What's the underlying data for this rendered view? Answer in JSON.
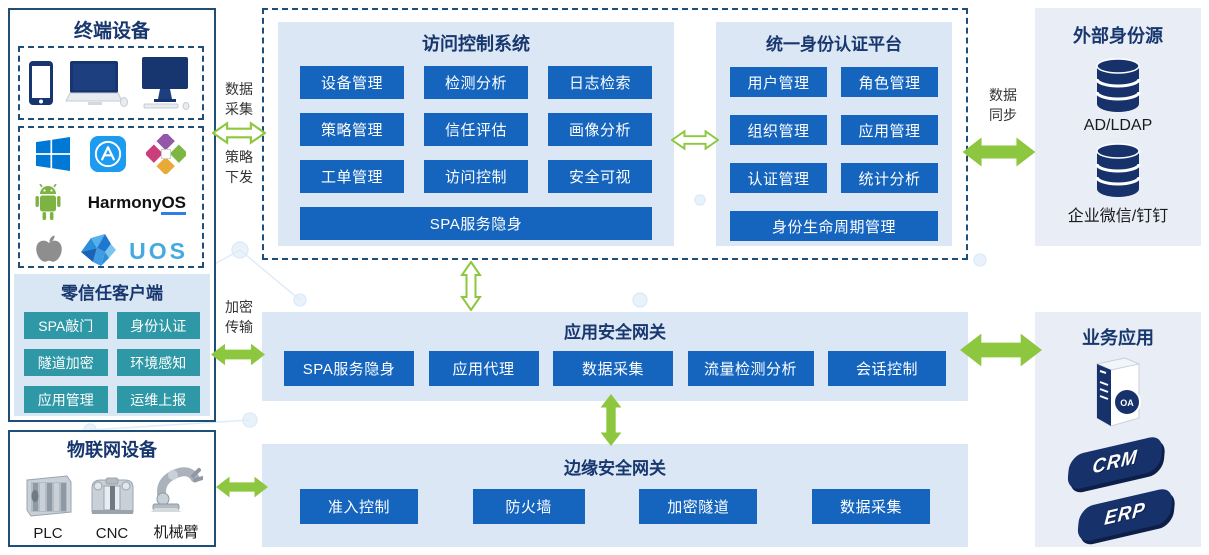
{
  "colors": {
    "navy_title": "#17376e",
    "border_navy": "#1f4e79",
    "button_blue": "#1565bf",
    "button_teal": "#2e98a6",
    "panel_blue": "#dbe7f5",
    "arrow_green": "#8dc63f"
  },
  "terminal": {
    "title": "终端设备"
  },
  "os": {
    "harmony_a": "Harmony",
    "harmony_b": "OS",
    "uos": "UOS"
  },
  "zero_trust": {
    "title": "零信任客户端",
    "buttons": [
      "SPA敲门",
      "身份认证",
      "隧道加密",
      "环境感知",
      "应用管理",
      "运维上报"
    ]
  },
  "iot": {
    "title": "物联网设备",
    "labels": [
      "PLC",
      "CNC",
      "机械臂"
    ]
  },
  "access": {
    "title": "访问控制系统",
    "buttons": [
      "设备管理",
      "检测分析",
      "日志检索",
      "策略管理",
      "信任评估",
      "画像分析",
      "工单管理",
      "访问控制",
      "安全可视"
    ],
    "wide": "SPA服务隐身"
  },
  "idp": {
    "title": "统一身份认证平台",
    "buttons": [
      "用户管理",
      "角色管理",
      "组织管理",
      "应用管理",
      "认证管理",
      "统计分析"
    ],
    "wide": "身份生命周期管理"
  },
  "external": {
    "title": "外部身份源",
    "items": [
      "AD/LDAP",
      "企业微信/钉钉"
    ]
  },
  "appgw": {
    "title": "应用安全网关",
    "buttons": [
      "SPA服务隐身",
      "应用代理",
      "数据采集",
      "流量检测分析",
      "会话控制"
    ]
  },
  "edgegw": {
    "title": "边缘安全网关",
    "buttons": [
      "准入控制",
      "防火墙",
      "加密隧道",
      "数据采集"
    ]
  },
  "biz": {
    "title": "业务应用",
    "oa": "OA",
    "crm": "CRM",
    "erp": "ERP"
  },
  "arrows": {
    "collect1": "数据",
    "collect2": "采集",
    "policy1": "策略",
    "policy2": "下发",
    "enc1": "加密",
    "enc2": "传输",
    "sync1": "数据",
    "sync2": "同步"
  }
}
